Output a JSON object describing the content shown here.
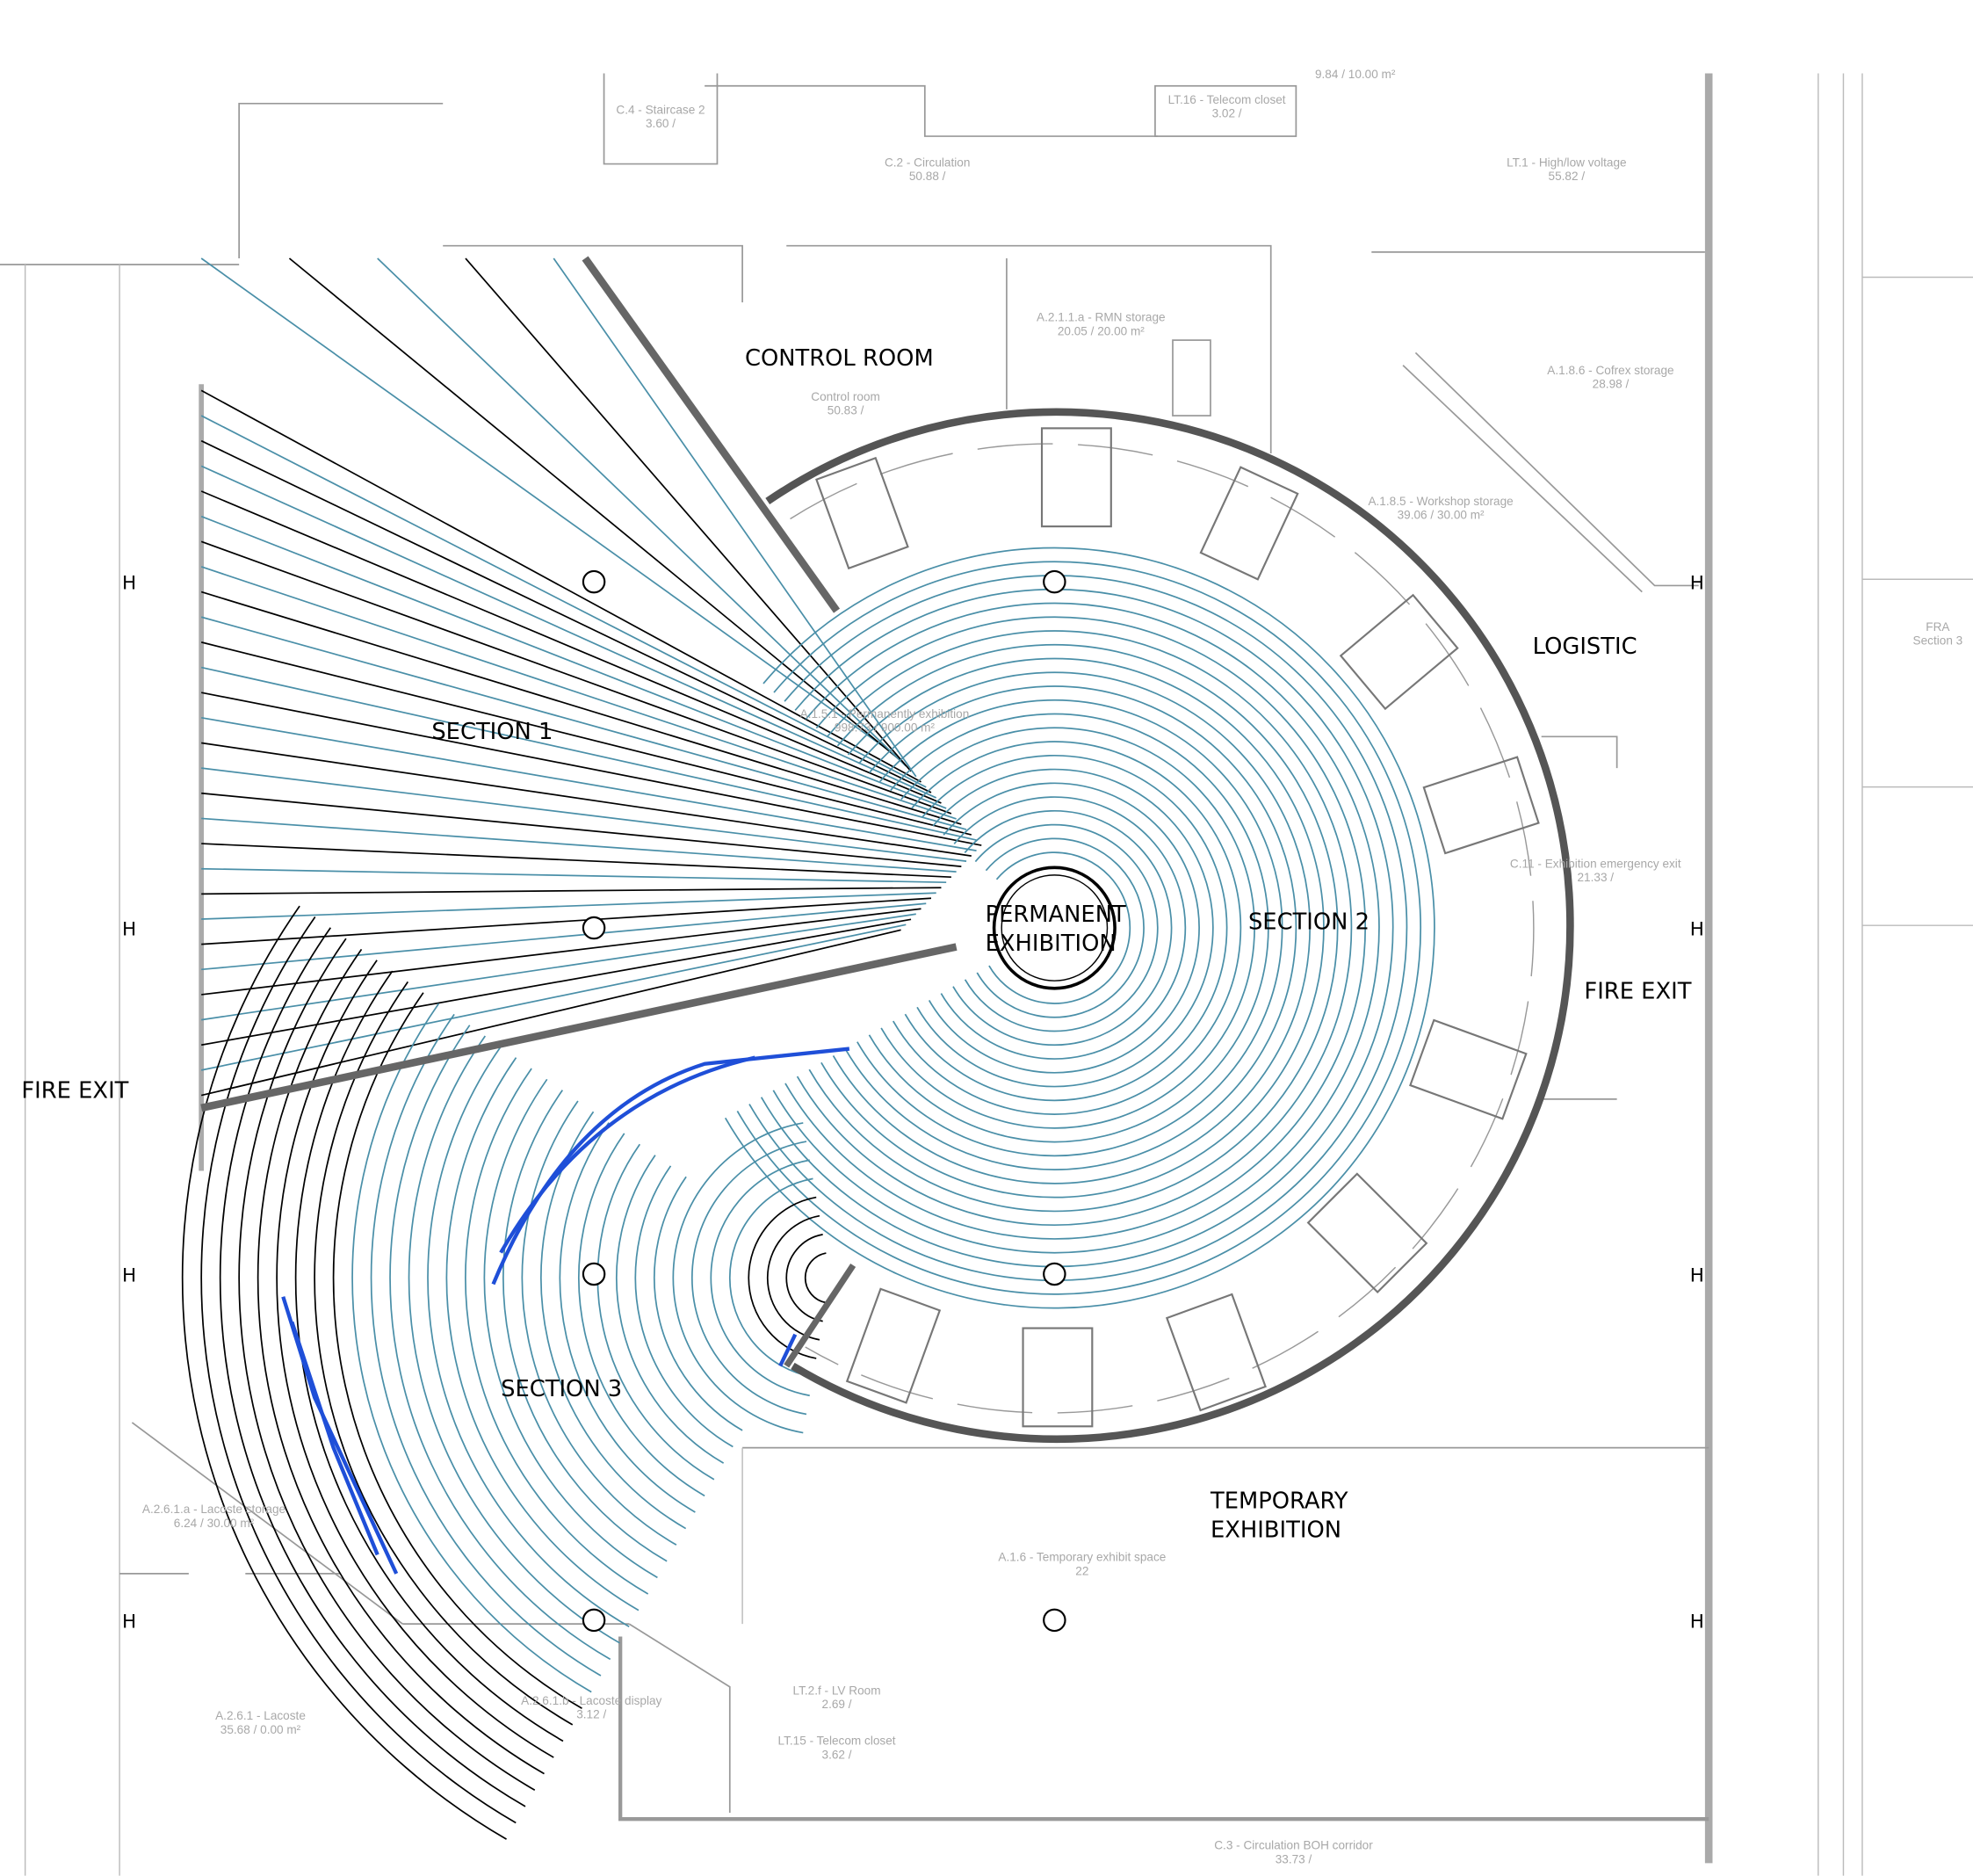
{
  "colors": {
    "blue_lines": "#4a8fa8",
    "black_lines": "#000000",
    "highlight": "#1f4fd8",
    "walls": "#999999",
    "room_text": "#a8a8a8"
  },
  "labels": {
    "control_room": "CONTROL ROOM",
    "section_1": "SECTION 1",
    "section_2": "SECTION 2",
    "section_3": "SECTION 3",
    "permanent_1": "PERMANENT",
    "permanent_2": "EXHIBITION",
    "logistic": "LOGISTIC",
    "fire_exit_left": "FIRE EXIT",
    "fire_exit_right": "FIRE EXIT",
    "temporary_1": "TEMPORARY",
    "temporary_2": "EXHIBITION"
  },
  "rooms": {
    "staircase": {
      "name": "C.4 - Staircase 2",
      "area": "3.60 /"
    },
    "circulation": {
      "name": "C.2 - Circulation",
      "area": "50.88 /"
    },
    "telecom16": {
      "name": "LT.16 - Telecom closet",
      "area": "3.02 /"
    },
    "unnamed_top": {
      "area": "9.84 / 10.00 m²"
    },
    "voltage": {
      "name": "LT.1 - High/low voltage",
      "area": "55.82 /"
    },
    "rmn": {
      "name": "A.2.1.1.a - RMN storage",
      "area": "20.05 / 20.00 m²"
    },
    "control": {
      "name": "Control room",
      "area": "50.83 /"
    },
    "cofrex": {
      "name": "A.1.8.6 - Cofrex storage",
      "area": "28.98 /"
    },
    "workshop": {
      "name": "A.1.8.5 - Workshop storage",
      "area": "39.06 / 30.00 m²"
    },
    "permanent": {
      "name": "A.1.5.1 - Permanently exhibition",
      "area": "998.73 / 900.00 m²"
    },
    "emergency": {
      "name": "C.11 - Exhibition emergency exit",
      "area": "21.33 /"
    },
    "lacoste_storage": {
      "name": "A.2.6.1.a - Lacoste storage",
      "area": "6.24 / 30.00 m²"
    },
    "lacoste": {
      "name": "A.2.6.1 - Lacoste",
      "area": "35.68 / 0.00 m²"
    },
    "lacoste_display": {
      "name": "A.2.6.1.b - Lacoste display",
      "area": "3.12 /"
    },
    "lv_room": {
      "name": "LT.2.f - LV Room",
      "area": "2.69 /"
    },
    "telecom15": {
      "name": "LT.15 - Telecom closet",
      "area": "3.62 /"
    },
    "temporary": {
      "name": "A.1.6 - Temporary exhibit space",
      "area": "22"
    },
    "boh": {
      "name": "C.3 - Circulation BOH corridor",
      "area": "33.73 /"
    },
    "section_ref": {
      "name": "FRA",
      "area": "Section 3"
    }
  },
  "grid_marker": "H"
}
